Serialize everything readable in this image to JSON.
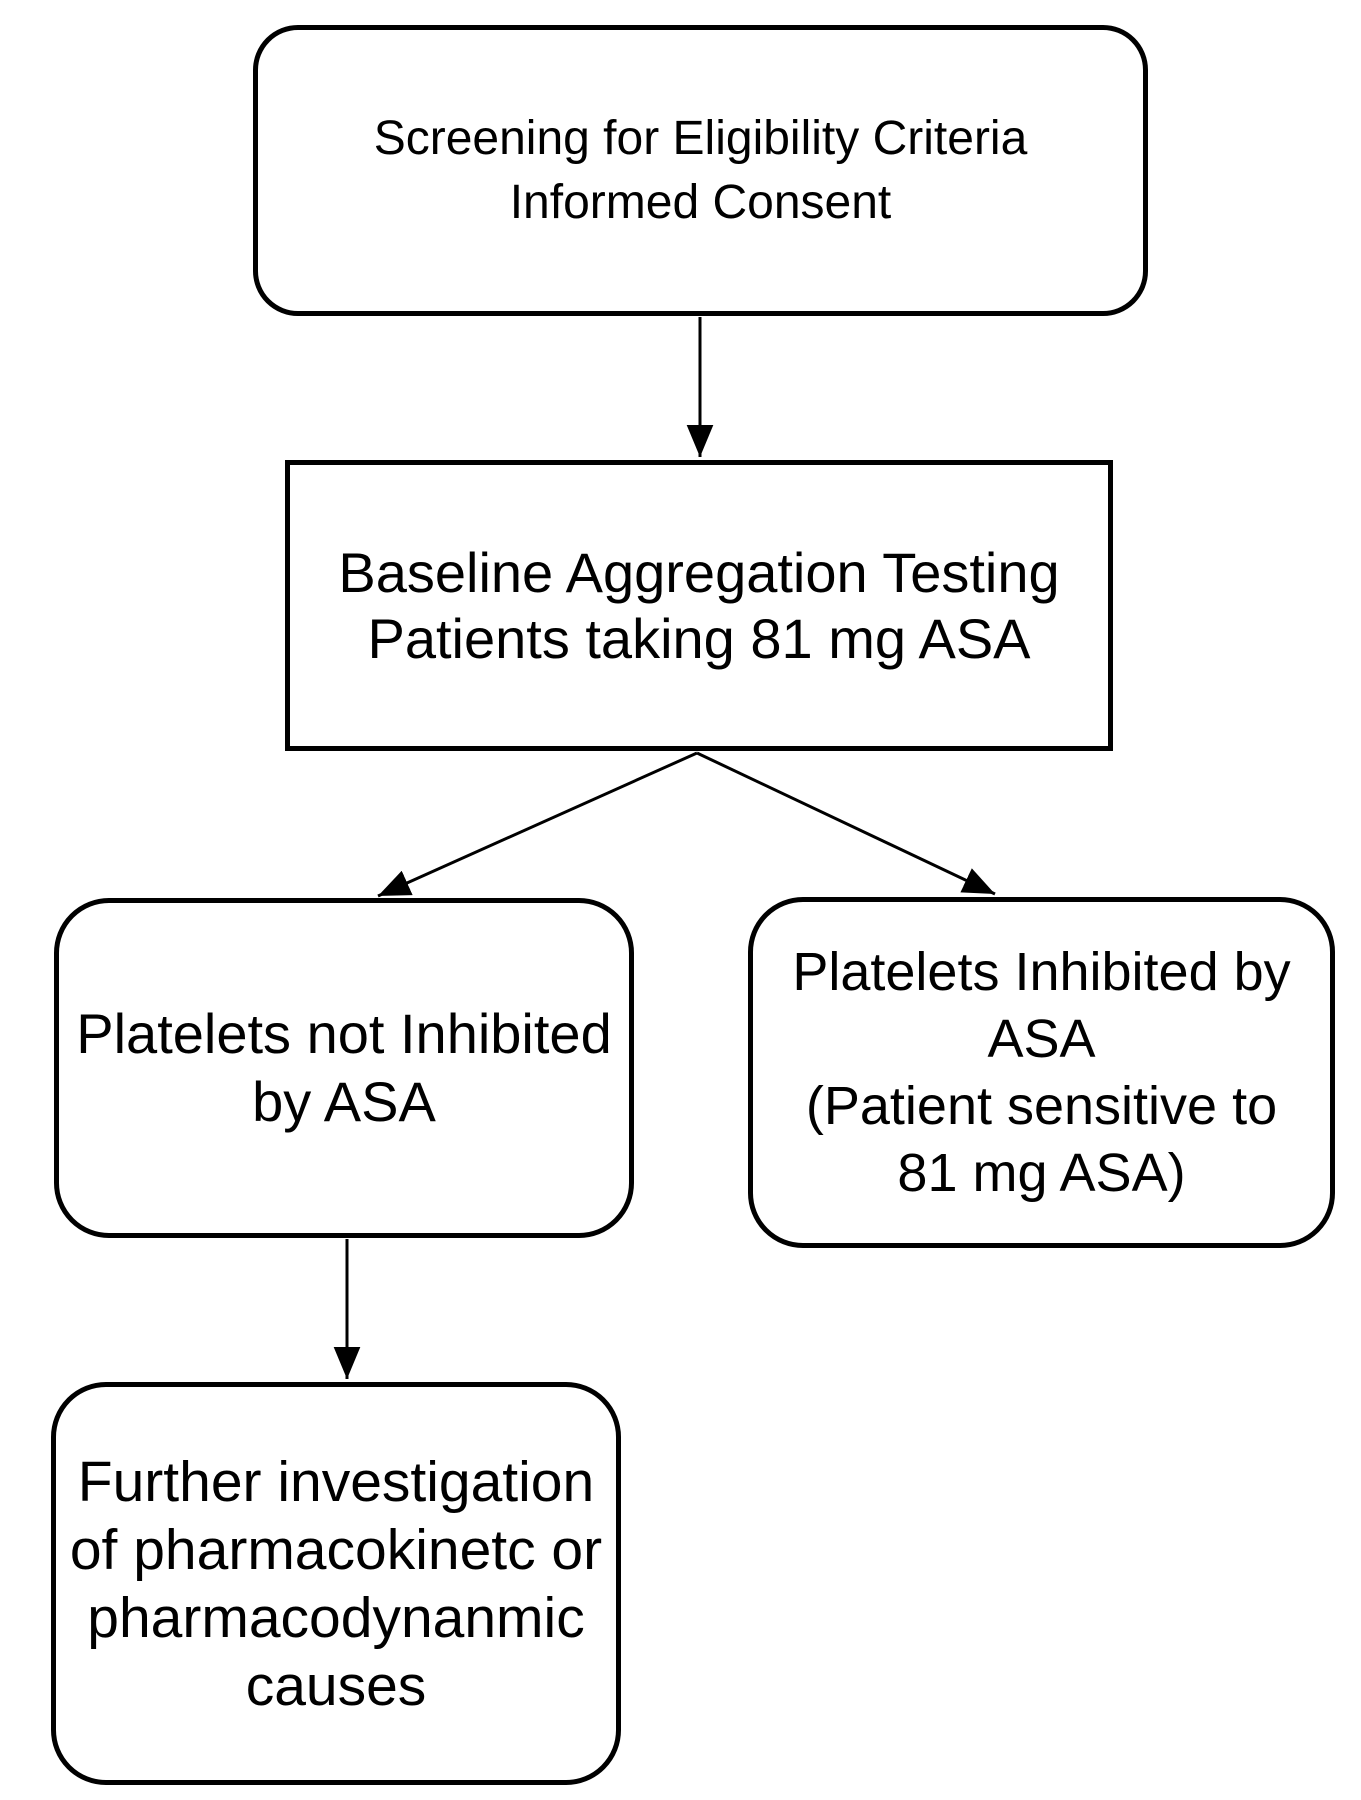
{
  "diagram": {
    "title": "ASA platelet aggregation screening flowchart",
    "background_color": "#ffffff",
    "stroke_color": "#000000",
    "text_color": "#000000",
    "nodes": {
      "screening": {
        "shape": "rounded-rectangle",
        "lines": [
          "Screening for Eligibility Criteria",
          "Informed Consent"
        ]
      },
      "baseline": {
        "shape": "rectangle",
        "lines": [
          "Baseline Aggregation Testing",
          "Patients taking 81 mg ASA"
        ]
      },
      "not_inhibited": {
        "shape": "rounded-rectangle",
        "lines": [
          "Platelets not Inhibited",
          "by ASA"
        ]
      },
      "inhibited": {
        "shape": "rounded-rectangle",
        "lines": [
          "Platelets Inhibited by",
          "ASA",
          "(Patient sensitive to",
          "81 mg ASA)"
        ]
      },
      "further": {
        "shape": "rounded-rectangle",
        "lines": [
          "Further investigation",
          "of pharmacokinetc or",
          "pharmacodynanmic",
          "causes"
        ]
      }
    },
    "edges": [
      {
        "from": "screening",
        "to": "baseline",
        "style": "straight-down-arrow"
      },
      {
        "from": "baseline",
        "to": "not_inhibited",
        "style": "diagonal-arrow"
      },
      {
        "from": "baseline",
        "to": "inhibited",
        "style": "diagonal-arrow"
      },
      {
        "from": "not_inhibited",
        "to": "further",
        "style": "straight-down-arrow"
      }
    ]
  }
}
